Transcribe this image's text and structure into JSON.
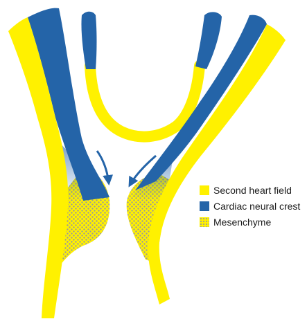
{
  "legend": {
    "items": [
      {
        "label": "Second heart field",
        "color": "#FFF100",
        "pattern": "solid"
      },
      {
        "label": "Cardiac neural crest",
        "color": "#2464A8",
        "pattern": "solid"
      },
      {
        "label": "Mesenchyme",
        "color": "#FFF100",
        "pattern": "dotted-gray"
      }
    ]
  },
  "colors": {
    "second_heart_field": "#FFF100",
    "cardiac_neural_crest": "#2464A8",
    "mesenchyme_base": "#FFF100",
    "mesenchyme_dots": "#9a9a9a",
    "arrow": "#2464A8"
  }
}
